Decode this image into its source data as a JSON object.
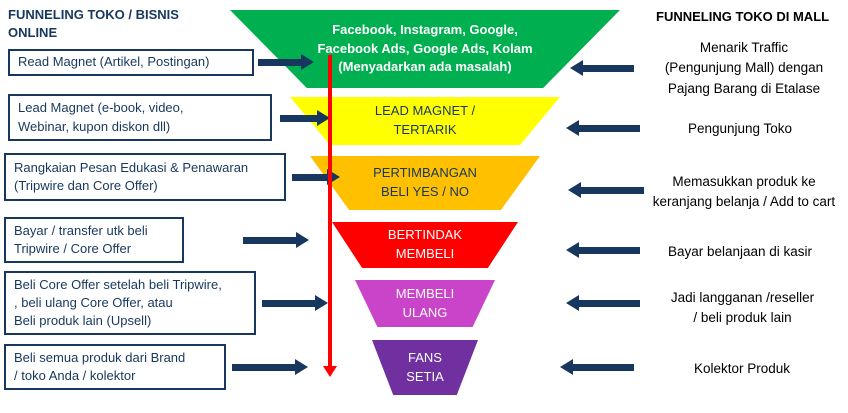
{
  "titles": {
    "left": "FUNNELING TOKO / BISNIS\nONLINE",
    "right": "FUNNELING TOKO DI MALL"
  },
  "colors": {
    "navy": "#17375E",
    "red": "#FF0000"
  },
  "funnel": {
    "stages": [
      {
        "id": "traffic-awareness",
        "label": "Facebook, Instagram, Google,\nFacebook Ads, Google Ads, Kolam\n(Menyadarkan ada masalah)",
        "fill": "#00B050",
        "text_color": "#FFFFFF"
      },
      {
        "id": "lead-magnet",
        "label": "LEAD MAGNET /\nTERTARIK",
        "fill": "#FFFF00",
        "text_color": "#17375E"
      },
      {
        "id": "consideration",
        "label": "PERTIMBANGAN\nBELI YES / NO",
        "fill": "#FFC000",
        "text_color": "#17375E"
      },
      {
        "id": "action-buy",
        "label": "BERTINDAK\nMEMBELI",
        "fill": "#FF0000",
        "text_color": "#FFFFFF"
      },
      {
        "id": "repeat-buy",
        "label": "MEMBELI\nULANG",
        "fill": "#C944C9",
        "text_color": "#FFFFFF"
      },
      {
        "id": "loyal-fans",
        "label": "FANS\nSETIA",
        "fill": "#7030A0",
        "text_color": "#FFFFFF"
      }
    ]
  },
  "online_steps": [
    {
      "label": "Read Magnet (Artikel, Postingan)"
    },
    {
      "label": "Lead Magnet (e-book, video,\nWebinar, kupon diskon dll)"
    },
    {
      "label": "Rangkaian Pesan Edukasi  & Penawaran\n(Tripwire dan Core Offer)"
    },
    {
      "label": "Bayar / transfer utk beli\nTripwire / Core Offer"
    },
    {
      "label": "Beli Core Offer setelah beli Tripwire,\n, beli ulang Core Offer, atau\nBeli produk lain (Upsell)"
    },
    {
      "label": "Beli semua produk dari Brand\n/ toko Anda / kolektor"
    }
  ],
  "mall_steps": [
    {
      "label": "Menarik Traffic\n(Pengunjung Mall) dengan\nPajang Barang di Etalase"
    },
    {
      "label": "Pengunjung Toko"
    },
    {
      "label": "Memasukkan produk ke\nkeranjang belanja / Add to cart"
    },
    {
      "label": "Bayar belanjaan di kasir"
    },
    {
      "label": "Jadi langganan /reseller\n/ beli produk lain"
    },
    {
      "label": "Kolektor Produk"
    }
  ]
}
